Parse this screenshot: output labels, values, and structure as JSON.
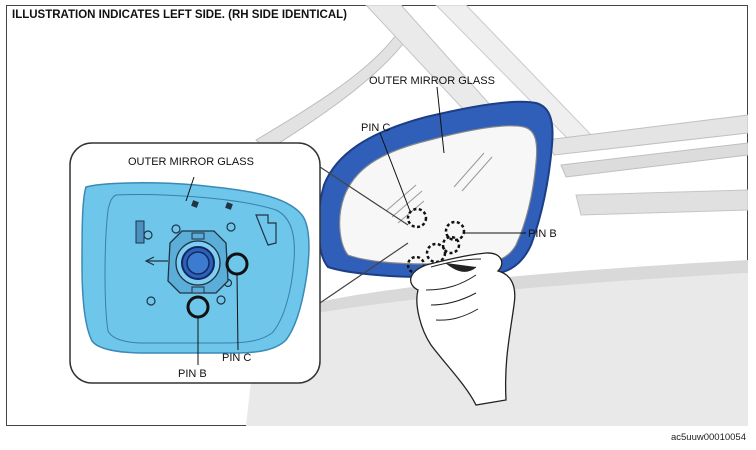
{
  "title": "ILLUSTRATION INDICATES LEFT SIDE. (RH SIDE IDENTICAL)",
  "labels": {
    "outer_mirror_glass_main": "OUTER MIRROR GLASS",
    "outer_mirror_glass_inset": "OUTER MIRROR GLASS",
    "pin_c_main": "PIN C",
    "pin_b_main": "PIN B",
    "pin_b_inset": "PIN B",
    "pin_c_inset": "PIN C"
  },
  "figure_code": "ac5uuw00010054",
  "colors": {
    "glass_blue": "#6ec6ea",
    "housing_blue": "#2f5fb8",
    "background_gray": "#e8e8e8"
  }
}
